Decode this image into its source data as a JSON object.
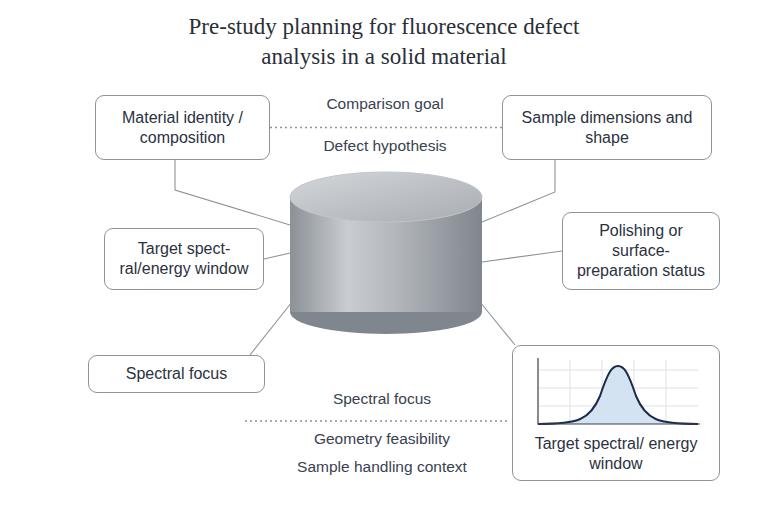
{
  "diagram": {
    "title": "Pre-study planning for fluorescence defect analysis in a solid material",
    "nodes": [
      {
        "text": [
          "Material identity / composition"
        ]
      },
      {
        "text": [
          "Sample dimensions and shape"
        ]
      },
      {
        "text": [
          "Target spect- ral/energy window"
        ]
      },
      {
        "text": [
          "Polishing or surface-preparation status"
        ]
      },
      {
        "text": [
          "Spectral focus"
        ]
      },
      {
        "text": [
          "Target spectral/ energy window"
        ]
      }
    ],
    "edges": [
      {
        "from": 0,
        "to": 1,
        "arrow": "none"
      }
    ],
    "labels": [
      "Comparison goal",
      "Defect hypothesis",
      "Spectral focus",
      "Geometry feasibility",
      "Sample handling context"
    ]
  }
}
